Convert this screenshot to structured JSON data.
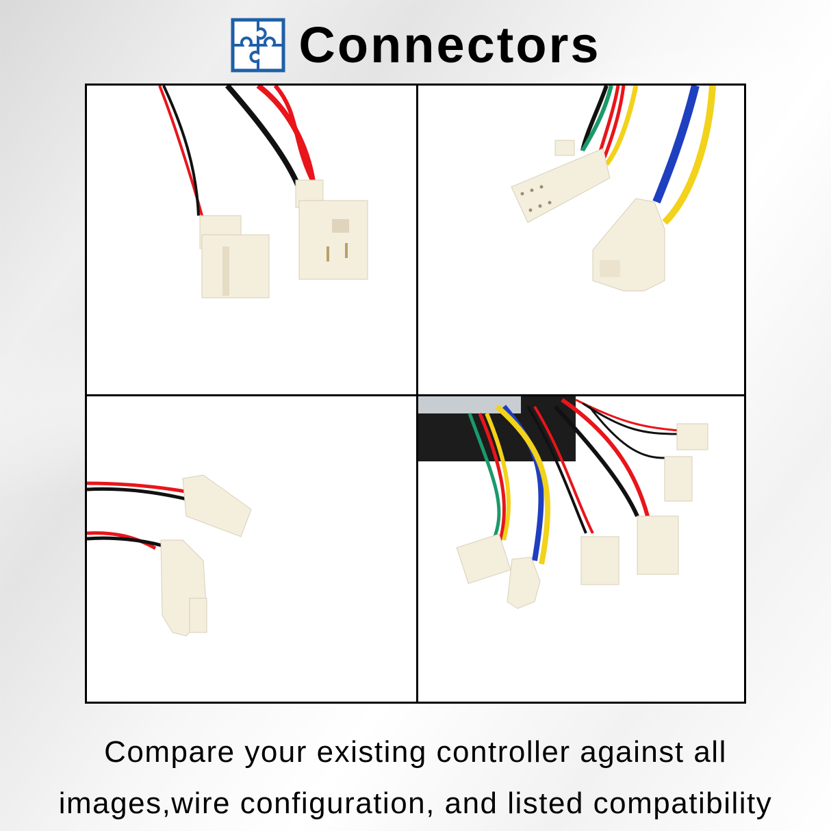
{
  "header": {
    "icon": "puzzle-icon",
    "icon_color": "#1f5fa8",
    "title": "Connectors"
  },
  "panels": [
    {
      "id": "top-left",
      "alt": "Two 2-pin connectors on red/black wires (male and female)"
    },
    {
      "id": "top-right",
      "alt": "6-pin connector with multicolor wires and 3-pin connector on blue/yellow wires"
    },
    {
      "id": "bottom-left",
      "alt": "Two small 2-pin connectors on red/black wires"
    },
    {
      "id": "bottom-right",
      "alt": "Controller box with all wiring harness connectors"
    }
  ],
  "caption": {
    "line1": "Compare your existing controller against all",
    "line2": "images,wire configuration, and listed compatibility"
  },
  "colors": {
    "border": "#000000",
    "wire_red": "#e8151b",
    "wire_black": "#111111",
    "wire_blue": "#1e3fc0",
    "wire_yellow": "#f2d21a",
    "wire_green": "#1a9a6a",
    "connector": "#f4eedd"
  }
}
